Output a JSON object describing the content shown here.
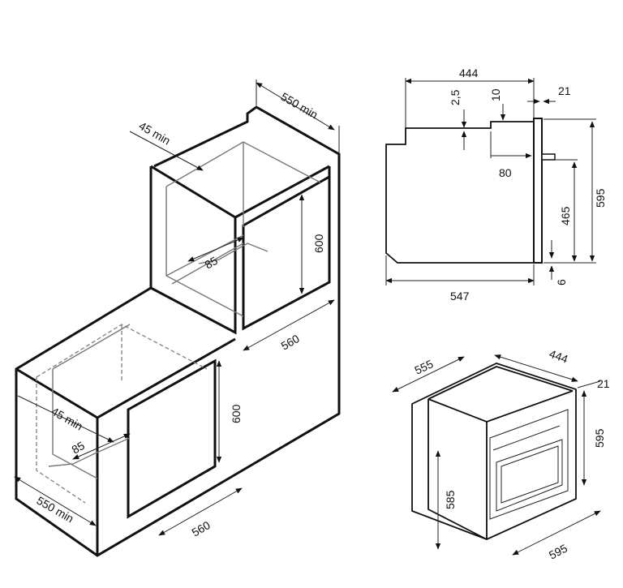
{
  "diagram": {
    "upper_cabinet": {
      "depth_label": "550 min",
      "vent_label": "45 min",
      "back_label": "85",
      "height_label": "600",
      "width_label": "560"
    },
    "lower_cabinet": {
      "depth_label": "550 min",
      "vent_label": "45 min",
      "back_label": "85",
      "height_label": "600",
      "width_label": "560"
    },
    "side_view": {
      "top_depth": "444",
      "step_2_5": "2,5",
      "step_10": "10",
      "door_21": "21",
      "rail_80": "80",
      "height_465": "465",
      "height_595": "595",
      "bottom_547": "547",
      "bottom_6": "6"
    },
    "iso_view": {
      "depth_555": "555",
      "front_depth_444": "444",
      "door_21": "21",
      "height_595": "595",
      "height_585": "585",
      "width_595": "595"
    }
  }
}
